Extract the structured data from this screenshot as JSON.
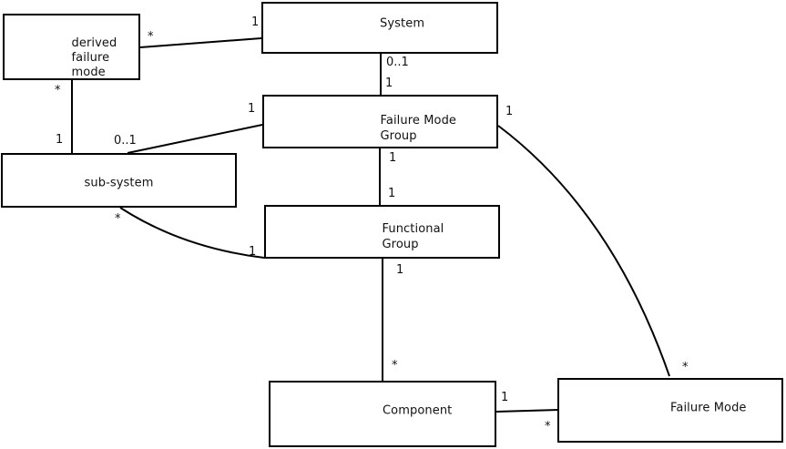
{
  "diagram": {
    "type": "uml-association-diagram",
    "colors": {
      "background": "#ffffff",
      "line": "#000000",
      "text": "#111111"
    },
    "entities": {
      "derived_failure_mode": {
        "label": "derived\nfailure\nmode"
      },
      "system": {
        "label": "System"
      },
      "failure_mode_group": {
        "label": "Failure Mode\nGroup"
      },
      "sub_system": {
        "label": "sub-system"
      },
      "functional_group": {
        "label": "Functional\nGroup"
      },
      "component": {
        "label": "Component"
      },
      "failure_mode": {
        "label": "Failure Mode"
      }
    },
    "associations": {
      "dfm_system": {
        "from": "derived failure mode",
        "to": "System",
        "from_mult": "*",
        "to_mult": "1"
      },
      "dfm_subsystem": {
        "from": "derived failure mode",
        "to": "sub-system",
        "from_mult": "*",
        "to_mult": "1"
      },
      "subsystem_fmg": {
        "from": "sub-system",
        "to": "Failure Mode Group",
        "from_mult": "0..1",
        "to_mult": "1"
      },
      "system_fmg": {
        "from": "System",
        "to": "Failure Mode Group",
        "from_mult": "0..1",
        "to_mult": "1"
      },
      "fmg_fg": {
        "from": "Failure Mode Group",
        "to": "Functional Group",
        "from_mult": "1",
        "to_mult": "1"
      },
      "subsystem_fg": {
        "from": "sub-system",
        "to": "Functional Group",
        "from_mult": "*",
        "to_mult": "1"
      },
      "fg_component": {
        "from": "Functional Group",
        "to": "Component",
        "from_mult": "1",
        "to_mult": "*"
      },
      "component_fm": {
        "from": "Component",
        "to": "Failure Mode",
        "from_mult": "1",
        "to_mult": "*"
      },
      "fmg_fm": {
        "from": "Failure Mode Group",
        "to": "Failure Mode",
        "from_mult": "1",
        "to_mult": "*"
      }
    }
  }
}
